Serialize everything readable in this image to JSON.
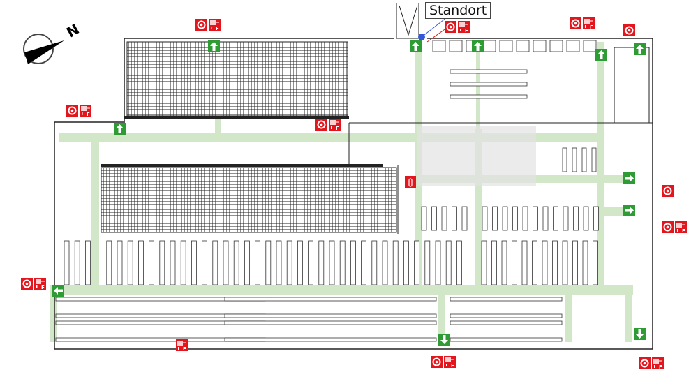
{
  "map": {
    "location_label": "Standort",
    "compass_label": "N",
    "extinguisher_letter": "F"
  },
  "colors": {
    "escape_route": "#d2e6c8",
    "exit_sign": "#2e9b34",
    "fire_sign": "#e3161e",
    "location_marker": "#3457e0",
    "storage_block": "#3a3a3a"
  }
}
